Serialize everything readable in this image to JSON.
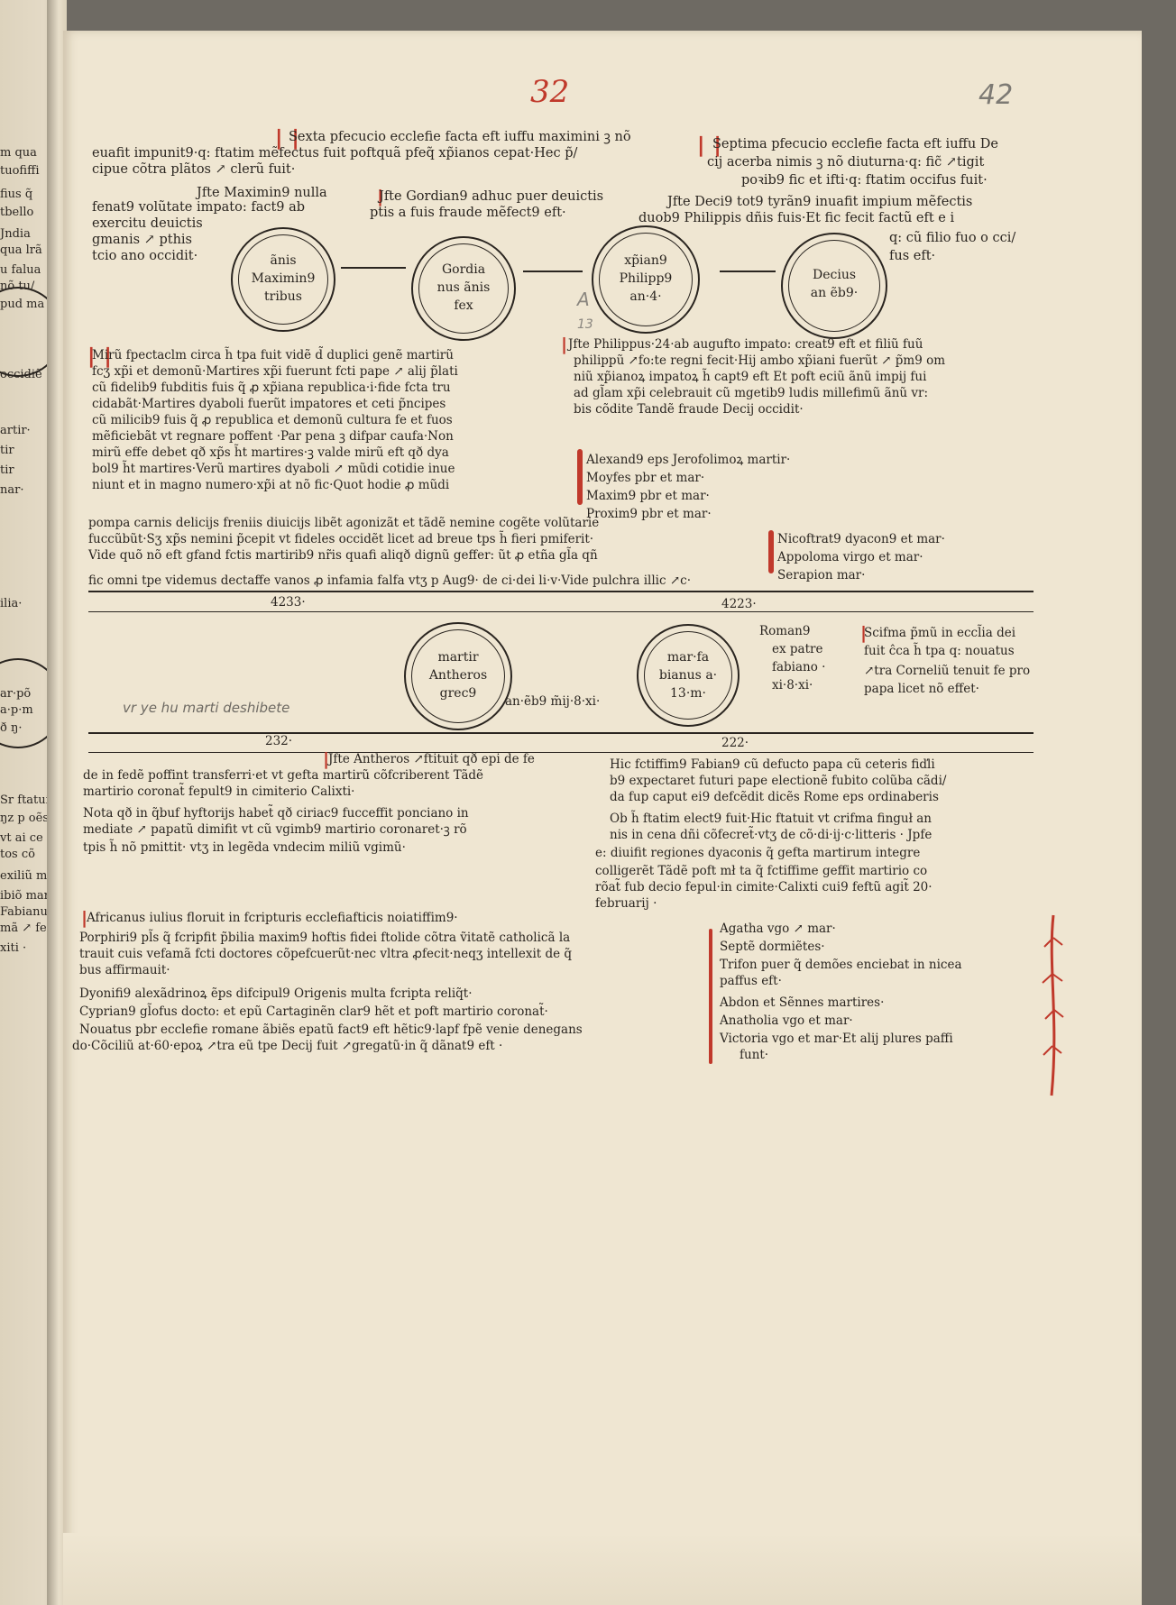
{
  "folio": {
    "red_number": "32",
    "pencil_number": "42"
  },
  "left_margin_fragments": [
    "m qua",
    "tuofiffi",
    "fius q̃",
    "tbello",
    "Jndia",
    "qua lrã",
    "u falua",
    "nõ tu/",
    "pud ma",
    "occidiẽ",
    "artir·",
    "tir",
    "tir",
    "nar·",
    "ilia·",
    "ar·põ",
    "a·p·m",
    "ð ŋ·",
    "Sr ftatui",
    "ŋz p oẽs",
    "vt ai ce",
    "tos cõ",
    "exiliũ mi",
    "ibiõ mar",
    "Fabianue",
    "mã ↗ fep",
    "xiti ·"
  ],
  "top": {
    "left_col": [
      "Sexta pfecucio ecclefie facta eft iuffu maximini ꝫ nõ",
      "euafit impunit9·q: ftatim mẽfectus fuit poftquã pfeq̃ xp̃ianos cepat·Hec p̃/",
      "cipue cõtra plãtos ↗ clerũ fuit·",
      "Jfte Maximin9 nulla",
      "fenat9 volũtate impato: fact9 ab",
      "exercitu deuictis",
      "gmanis ↗ pthis",
      "tcio ano occidit·"
    ],
    "gordian_note": [
      "Jfte Gordian9 adhuc puer deuictis",
      "ptis a fuis fraude mẽfect9 eft·"
    ],
    "right_col": [
      "Septima pfecucio ecclefie facta eft iuffu De",
      "cij acerba nimis ꝫ nõ diuturna·q: fic̃ ↗tigit",
      "poꝛib9 fic et ifti·q: ftatim occifus fuit·",
      "Jfte Deci9 tot9 tyrãn9 inuafit impium mẽfectis",
      "duob9 Philippis dñis fuis·Et fic fecit factũ eft e i",
      "q: cũ filio fuo o cci/",
      "fus eft·"
    ]
  },
  "circles_row1": [
    {
      "lines": [
        "ãnis",
        "Maximin9",
        "tribus"
      ]
    },
    {
      "lines": [
        "Gordia",
        "nus ãnis",
        "fex"
      ]
    },
    {
      "lines": [
        "xp̃ian9",
        "Philipp9",
        "an·4·"
      ]
    },
    {
      "lines": [
        "Decius",
        "an ẽb9·"
      ]
    }
  ],
  "pencil_A": "A",
  "pencil_13": "13",
  "section2": {
    "left": [
      "Mirũ fpectaclm circa h̃ tpa fuit vidẽ d̃ duplici genẽ martirũ",
      "fcʒ xp̃i et demonũ·Martires xp̃i fuerunt fcti pape ↗ alij p̃lati",
      "cũ fidelib9 fubditis fuis q̃ ꝓ xp̃iana republica·i·fide fcta tru",
      "cidabãt·Martires dyaboli fuerũt impatores et ceti p̃ncipes",
      "cũ milicib9 fuis q̃ ꝓ republica et demonũ cultura fe et fuos",
      "mẽficiebãt vt regnare poffent ·Par pena ꝫ difpar caufa·Non",
      "mirũ effe debet qð xp̃s h̃t martires·ꝫ valde mirũ eft qð dya",
      "bol9 h̃t martires·Verũ martires dyaboli ↗ mũdi cotidie inue",
      "niunt et in magno numero·xp̃i at nõ fic·Quot hodie ꝓ mũdi",
      "pompa carnis delicijs freniis diuicijs libẽt agonizãt et tãdẽ nemine cogẽte volũtarie",
      "fuccũbũt·Sʒ xp̃s nemini p̃cepit vt fideles occidẽt licet ad breue tps h̃ fieri pmiferit·",
      "Vide quõ nõ eft gfand fctis martirib9 nr̃is quafi aliqð dignũ geffer: ũt ꝓ etña gl̃a qñ",
      "fic omni tpe videmus dectaffe vanos ꝓ infamia falfa vtʒ p Aug9· de ci·dei li·v·Vide pulchra illic ↗c·"
    ],
    "right": [
      "Jfte Philippus·24·ab augufto impato: creat9 eft et filiũ fuũ",
      "philippũ ↗fo:te regni fecit·Hij ambo xp̃iani fuerũt ↗ p̃m9 om",
      "niũ xp̃ianoꝝ impatoꝝ h̃ capt9 eft Et poft eciũ ãnũ impij fui",
      "ad gl̃am xp̃i celebrauit cũ mgetib9 ludis millefimũ ãnũ vr:",
      "bis cõdite Tandẽ fraude Decij occidit·"
    ],
    "martyrs_a": [
      "Alexand9 eps Jerofolimoꝝ martir·",
      "Moyfes pbr et mar·",
      "Maxim9 pbr et mar·",
      "Proxim9 pbr et mar·"
    ],
    "martyrs_b": [
      "Nicoftrat9 dyacon9 et mar·",
      "Appoloma virgo et mar·",
      "Serapion mar·"
    ],
    "years": [
      "4233·",
      "4223·"
    ]
  },
  "row2": {
    "circles": [
      {
        "lines": [
          "martir",
          "Antheros",
          "grec9"
        ]
      },
      {
        "lines": [
          "mar·fa",
          "bianus a·",
          "13·m·"
        ]
      }
    ],
    "between": "an·ẽb9 m̃ij·8·xi·",
    "right_note": [
      "Roman9",
      "ex patre",
      "fabiano ·",
      "xi·8·xi·"
    ],
    "schism": [
      "Scifma p̃mũ in eccl̃ia dei",
      "fuit ĉca h̃ tpa q: nouatus",
      "↗tra Corneliũ tenuit fe pro",
      "papa licet nõ effet·"
    ],
    "margin_hand": "vr ye hu marti deshibete",
    "years": [
      "232·",
      "222·"
    ]
  },
  "section3": {
    "left": [
      "Jfte Antheros ↗ftituit qð epi de fe",
      "de in fedẽ poffint transferri·et vt gefta martirũ cõfcriberent Tãdẽ",
      "martirio coronat̃ fepult9 in cimiterio Calixti·",
      "Nota qð in q̃buf hyftorijs habet̃ qð ciriac9 fucceffit ponciano in",
      "mediate ↗ papatũ dimifit vt cũ vgimb9 martirio coronaret·ꝫ rõ",
      "tpis h̃ nõ pmittit· vtʒ in legẽda vndecim miliũ vgimũ·"
    ],
    "right": [
      "Hic fctiffim9 Fabian9 cũ defucto papa cũ ceteris fiďli",
      "b9 expectaret futuri pape electionẽ fubito colũba cãdi/",
      "da fup caput ei9 defcẽdit dicẽs Rome eps ordinaberis",
      "Ob h̃ ftatim elect9 fuit·Hic ftatuit vt crifma finguł an",
      "nis in cena dñi cõfecret̃·vtʒ de cõ·di·ij·c·litteris · Jpfe",
      "e: diuifit regiones dyaconis q̃ gefta martirum integre",
      "colligerẽt Tãdẽ poft mł ta q̃ fctiffime geffit martirio co",
      "rõat̃ fub decio fepul·in cimite·Calixti cui9 feftũ agit̃ 20·",
      "februarij ·"
    ]
  },
  "section4": {
    "left": [
      "Africanus iulius floruit in fcripturis ecclefiafticis noiatiffim9·",
      "Porphiri9 pl̃s q̃ fcripfit p̃bilia maxim9 hoftis fidei ftolide cõtra ṽitatẽ catholicã la",
      "trauit cuis vefamã fcti doctores cõpefcuerũt·nec vltra ꝓfecit·neqʒ intellexit de q̃",
      "bus affirmauit·",
      "Dyonifi9 alexãdrinoꝝ ẽps difcipul9 Origenis multa fcripta reliq̃t·",
      "Cyprian9 gl̃ofus docto: et epũ Cartaginẽn clar9 hẽt et poft martirio coronat̃·",
      "Nouatus pbr ecclefie romane ãbiẽs epatũ fact9 eft hẽtic9·lapf fpẽ venie denegans",
      "do·Cõciliũ at·60·epoꝝ ↗tra eũ tpe Decij fuit ↗gregatũ·in q̃ dãnat9 eft ·"
    ],
    "right": [
      "Agatha vgo ↗ mar·",
      "Septẽ dormiẽtes·",
      "Trifon puer q̃ demões enciebat in nicea",
      "paffus eft·",
      "Abdon et Sẽnnes martires·",
      "Anatholia vgo et mar·",
      "Victoria vgo et mar·Et alij plures paffi",
      "funt·"
    ]
  }
}
